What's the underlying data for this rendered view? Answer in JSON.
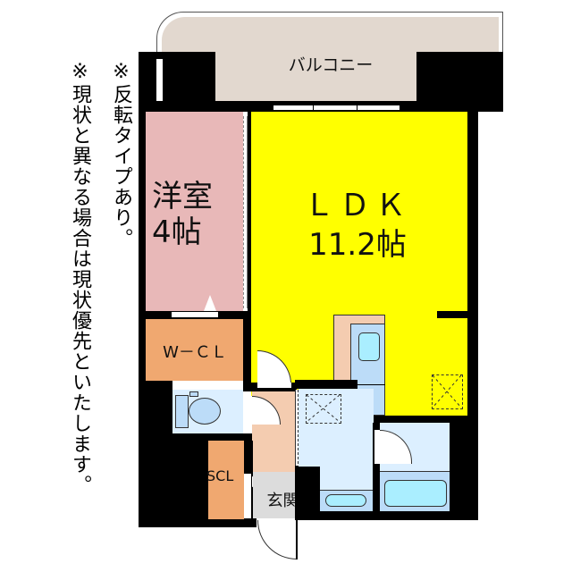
{
  "notes": {
    "reverse_type": "※反転タイプあり。",
    "disclaimer": "※現状と異なる場合は現状優先といたします。"
  },
  "rooms": {
    "balcony": {
      "label": "バルコニー",
      "color": "#e2d8cf"
    },
    "western_room": {
      "label": "洋室",
      "size": "4帖",
      "color": "#e8b8b8"
    },
    "ldk": {
      "label": "ＬＤＫ",
      "size": "11.2帖",
      "color": "#ffff00"
    },
    "wcl": {
      "label": "W－ＣＬ",
      "color": "#f0a870"
    },
    "scl": {
      "label": "SCL",
      "color": "#f0a870"
    },
    "entrance": {
      "label": "玄関",
      "color": "#dcdcdc"
    },
    "hallway": {
      "color": "#f4ccb0"
    },
    "wet_area": {
      "color": "#dcefff"
    }
  },
  "colors": {
    "wall": "#000000",
    "fixture_blue": "#bcdcf8",
    "fixture_cyan": "#aaeeff",
    "burner": "#8b4513"
  }
}
